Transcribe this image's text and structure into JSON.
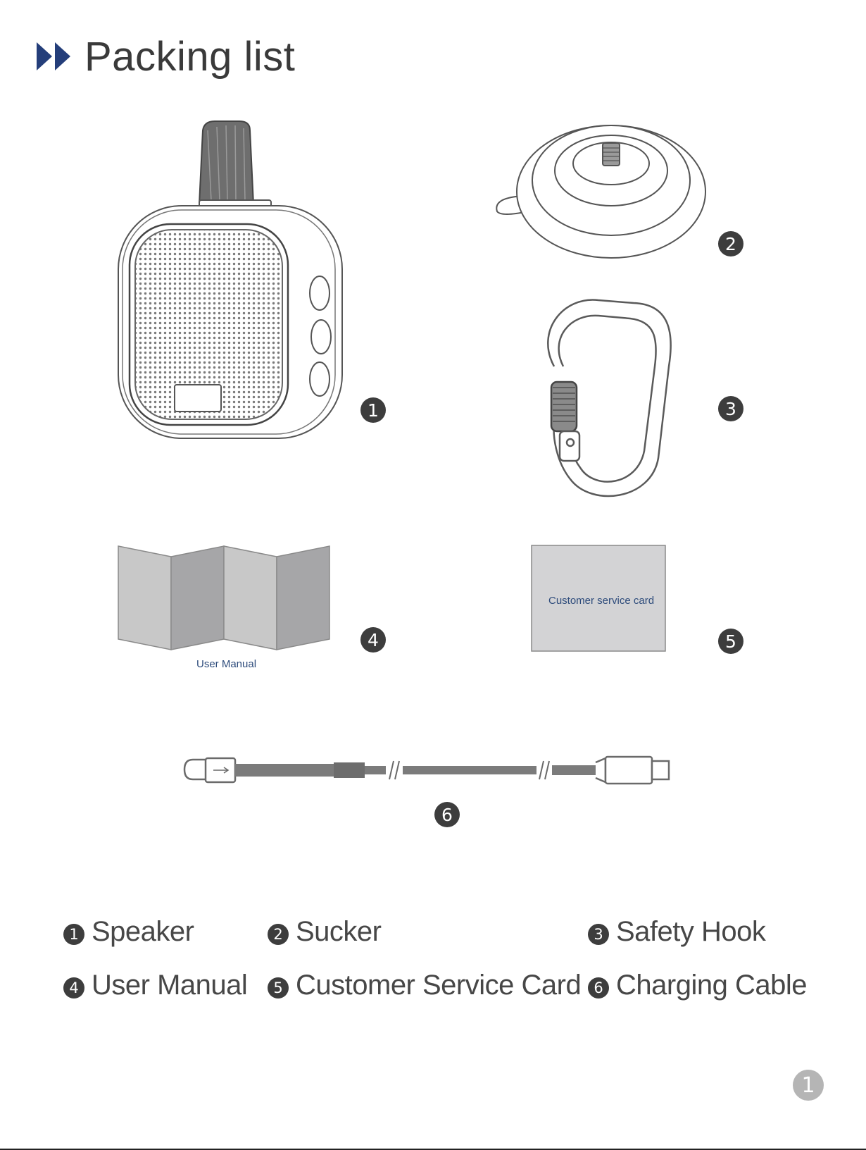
{
  "header": {
    "title": "Packing list",
    "icon": "double-chevron-right-icon",
    "accent": "#243e7a"
  },
  "items": [
    {
      "num": "1",
      "label": "Speaker"
    },
    {
      "num": "2",
      "label": "Sucker"
    },
    {
      "num": "3",
      "label": "Safety Hook"
    },
    {
      "num": "4",
      "label": "User Manual"
    },
    {
      "num": "5",
      "label": "Customer Service Card"
    },
    {
      "num": "6",
      "label": "Charging Cable"
    }
  ],
  "illustrations": {
    "manual_label": "User Manual",
    "card_label": "Customer service card"
  },
  "page": {
    "number": "1"
  }
}
